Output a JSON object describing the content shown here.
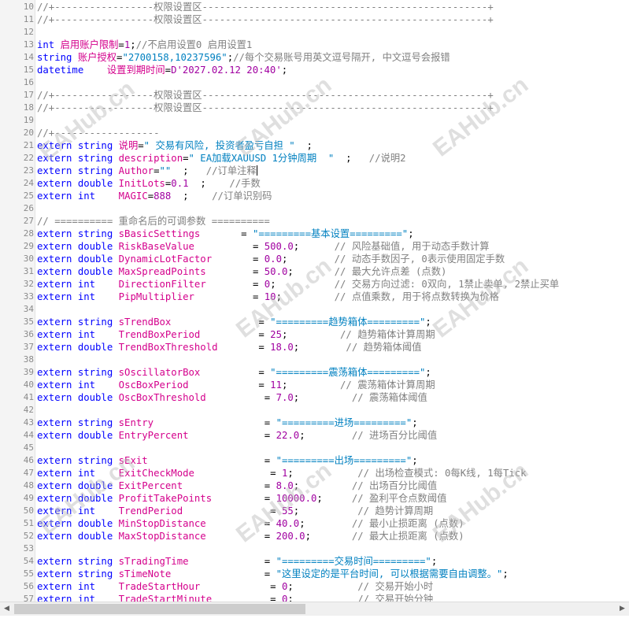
{
  "watermark": "EAHub.cn",
  "colors": {
    "keyword": "#0000ff",
    "identifier": "#d4008c",
    "number": "#a000a0",
    "string": "#0080c0",
    "comment": "#808080"
  },
  "lines": [
    {
      "n": "10",
      "t": [
        [
          "cm",
          "//+-----------------权限设置区-------------------------------------------------+"
        ]
      ]
    },
    {
      "n": "11",
      "t": [
        [
          "cm",
          "//+-----------------权限设置区-------------------------------------------------+"
        ]
      ]
    },
    {
      "n": "12",
      "t": []
    },
    {
      "n": "13",
      "t": [
        [
          "kw",
          "int"
        ],
        [
          "op",
          " "
        ],
        [
          "id",
          "启用账户限制"
        ],
        [
          "op",
          "="
        ],
        [
          "num",
          "1"
        ],
        [
          "op",
          ";"
        ],
        [
          "cm",
          "//不启用设置0 启用设置1"
        ]
      ]
    },
    {
      "n": "14",
      "t": [
        [
          "kw",
          "string"
        ],
        [
          "op",
          " "
        ],
        [
          "id",
          "账户授权"
        ],
        [
          "op",
          "="
        ],
        [
          "str",
          "\"2700158,10237596\""
        ],
        [
          "op",
          ";"
        ],
        [
          "cm",
          "//每个交易账号用英文逗号隔开, 中文逗号会报错"
        ]
      ]
    },
    {
      "n": "15",
      "t": [
        [
          "kw",
          "datetime"
        ],
        [
          "op",
          "    "
        ],
        [
          "id",
          "设置到期时间"
        ],
        [
          "op",
          "="
        ],
        [
          "num",
          "D'2027.02.12 20:40'"
        ],
        [
          "op",
          ";"
        ]
      ]
    },
    {
      "n": "16",
      "t": []
    },
    {
      "n": "17",
      "t": [
        [
          "cm",
          "//+-----------------权限设置区-------------------------------------------------+"
        ]
      ]
    },
    {
      "n": "18",
      "t": [
        [
          "cm",
          "//+-----------------权限设置区-------------------------------------------------+"
        ]
      ]
    },
    {
      "n": "19",
      "t": []
    },
    {
      "n": "20",
      "t": [
        [
          "cm",
          "//+------------------"
        ]
      ]
    },
    {
      "n": "21",
      "t": [
        [
          "kw",
          "extern string"
        ],
        [
          "op",
          " "
        ],
        [
          "id",
          "说明"
        ],
        [
          "op",
          "="
        ],
        [
          "str",
          "\" 交易有风险, 投资者盈亏自担 \""
        ],
        [
          "op",
          "  ;"
        ]
      ]
    },
    {
      "n": "22",
      "t": [
        [
          "kw",
          "extern string"
        ],
        [
          "op",
          " "
        ],
        [
          "id",
          "description"
        ],
        [
          "op",
          "="
        ],
        [
          "str",
          "\" EA加载XAUUSD 1分钟周期  \""
        ],
        [
          "op",
          "  ;   "
        ],
        [
          "cm",
          "//说明2"
        ]
      ]
    },
    {
      "n": "23",
      "t": [
        [
          "kw",
          "extern string"
        ],
        [
          "op",
          " "
        ],
        [
          "id",
          "Author"
        ],
        [
          "op",
          "="
        ],
        [
          "str",
          "\"\""
        ],
        [
          "op",
          "  ;   "
        ],
        [
          "cm",
          "//订单注释"
        ],
        [
          "caret",
          ""
        ]
      ]
    },
    {
      "n": "24",
      "t": [
        [
          "kw",
          "extern double"
        ],
        [
          "op",
          " "
        ],
        [
          "id",
          "InitLots"
        ],
        [
          "op",
          "="
        ],
        [
          "num",
          "0.1"
        ],
        [
          "op",
          "  ;    "
        ],
        [
          "cm",
          "//手数"
        ]
      ]
    },
    {
      "n": "25",
      "t": [
        [
          "kw",
          "extern int"
        ],
        [
          "op",
          "    "
        ],
        [
          "id",
          "MAGIC"
        ],
        [
          "op",
          "="
        ],
        [
          "num",
          "888"
        ],
        [
          "op",
          "  ;    "
        ],
        [
          "cm",
          "//订单识别码"
        ]
      ]
    },
    {
      "n": "26",
      "t": []
    },
    {
      "n": "27",
      "t": [
        [
          "cm",
          "// ========== 重命名后的可调参数 =========="
        ]
      ]
    },
    {
      "n": "28",
      "t": [
        [
          "kw",
          "extern string"
        ],
        [
          "op",
          " "
        ],
        [
          "id",
          "sBasicSettings"
        ],
        [
          "op",
          "       = "
        ],
        [
          "str",
          "\"=========基本设置=========\""
        ],
        [
          "op",
          ";"
        ]
      ]
    },
    {
      "n": "29",
      "t": [
        [
          "kw",
          "extern double"
        ],
        [
          "op",
          " "
        ],
        [
          "id",
          "RiskBaseValue"
        ],
        [
          "op",
          "          = "
        ],
        [
          "num",
          "500.0"
        ],
        [
          "op",
          ";      "
        ],
        [
          "cm",
          "// 风险基础值, 用于动态手数计算"
        ]
      ]
    },
    {
      "n": "30",
      "t": [
        [
          "kw",
          "extern double"
        ],
        [
          "op",
          " "
        ],
        [
          "id",
          "DynamicLotFactor"
        ],
        [
          "op",
          "       = "
        ],
        [
          "num",
          "0.0"
        ],
        [
          "op",
          ";        "
        ],
        [
          "cm",
          "// 动态手数因子, 0表示使用固定手数"
        ]
      ]
    },
    {
      "n": "31",
      "t": [
        [
          "kw",
          "extern double"
        ],
        [
          "op",
          " "
        ],
        [
          "id",
          "MaxSpreadPoints"
        ],
        [
          "op",
          "        = "
        ],
        [
          "num",
          "50.0"
        ],
        [
          "op",
          ";       "
        ],
        [
          "cm",
          "// 最大允许点差 (点数)"
        ]
      ]
    },
    {
      "n": "32",
      "t": [
        [
          "kw",
          "extern int"
        ],
        [
          "op",
          "    "
        ],
        [
          "id",
          "DirectionFilter"
        ],
        [
          "op",
          "        = "
        ],
        [
          "num",
          "0"
        ],
        [
          "op",
          ";          "
        ],
        [
          "cm",
          "// 交易方向过滤: 0双向, 1禁止卖单, 2禁止买单"
        ]
      ]
    },
    {
      "n": "33",
      "t": [
        [
          "kw",
          "extern int"
        ],
        [
          "op",
          "    "
        ],
        [
          "id",
          "PipMultiplier"
        ],
        [
          "op",
          "          = "
        ],
        [
          "num",
          "10"
        ],
        [
          "op",
          ";         "
        ],
        [
          "cm",
          "// 点值乘数, 用于将点数转换为价格"
        ]
      ]
    },
    {
      "n": "34",
      "t": []
    },
    {
      "n": "35",
      "t": [
        [
          "kw",
          "extern string"
        ],
        [
          "op",
          " "
        ],
        [
          "id",
          "sTrendBox"
        ],
        [
          "op",
          "               = "
        ],
        [
          "str",
          "\"=========趋势箱体=========\""
        ],
        [
          "op",
          ";"
        ]
      ]
    },
    {
      "n": "36",
      "t": [
        [
          "kw",
          "extern int"
        ],
        [
          "op",
          "    "
        ],
        [
          "id",
          "TrendBoxPeriod"
        ],
        [
          "op",
          "          = "
        ],
        [
          "num",
          "25"
        ],
        [
          "op",
          ";         "
        ],
        [
          "cm",
          "// 趋势箱体计算周期"
        ]
      ]
    },
    {
      "n": "37",
      "t": [
        [
          "kw",
          "extern double"
        ],
        [
          "op",
          " "
        ],
        [
          "id",
          "TrendBoxThreshold"
        ],
        [
          "op",
          "       = "
        ],
        [
          "num",
          "18.0"
        ],
        [
          "op",
          ";        "
        ],
        [
          "cm",
          "// 趋势箱体阈值"
        ]
      ]
    },
    {
      "n": "38",
      "t": []
    },
    {
      "n": "39",
      "t": [
        [
          "kw",
          "extern string"
        ],
        [
          "op",
          " "
        ],
        [
          "id",
          "sOscillatorBox"
        ],
        [
          "op",
          "          = "
        ],
        [
          "str",
          "\"=========震荡箱体=========\""
        ],
        [
          "op",
          ";"
        ]
      ]
    },
    {
      "n": "40",
      "t": [
        [
          "kw",
          "extern int"
        ],
        [
          "op",
          "    "
        ],
        [
          "id",
          "OscBoxPeriod"
        ],
        [
          "op",
          "            = "
        ],
        [
          "num",
          "11"
        ],
        [
          "op",
          ";         "
        ],
        [
          "cm",
          "// 震荡箱体计算周期"
        ]
      ]
    },
    {
      "n": "41",
      "t": [
        [
          "kw",
          "extern double"
        ],
        [
          "op",
          " "
        ],
        [
          "id",
          "OscBoxThreshold"
        ],
        [
          "op",
          "          = "
        ],
        [
          "num",
          "7.0"
        ],
        [
          "op",
          ";         "
        ],
        [
          "cm",
          "// 震荡箱体阈值"
        ]
      ]
    },
    {
      "n": "42",
      "t": []
    },
    {
      "n": "43",
      "t": [
        [
          "kw",
          "extern string"
        ],
        [
          "op",
          " "
        ],
        [
          "id",
          "sEntry"
        ],
        [
          "op",
          "                   = "
        ],
        [
          "str",
          "\"=========进场=========\""
        ],
        [
          "op",
          ";"
        ]
      ]
    },
    {
      "n": "44",
      "t": [
        [
          "kw",
          "extern double"
        ],
        [
          "op",
          " "
        ],
        [
          "id",
          "EntryPercent"
        ],
        [
          "op",
          "             = "
        ],
        [
          "num",
          "22.0"
        ],
        [
          "op",
          ";        "
        ],
        [
          "cm",
          "// 进场百分比阈值"
        ]
      ]
    },
    {
      "n": "45",
      "t": []
    },
    {
      "n": "46",
      "t": [
        [
          "kw",
          "extern string"
        ],
        [
          "op",
          " "
        ],
        [
          "id",
          "sExit"
        ],
        [
          "op",
          "                    = "
        ],
        [
          "str",
          "\"=========出场=========\""
        ],
        [
          "op",
          ";"
        ]
      ]
    },
    {
      "n": "47",
      "t": [
        [
          "kw",
          "extern int"
        ],
        [
          "op",
          "    "
        ],
        [
          "id",
          "ExitCheckMode"
        ],
        [
          "op",
          "             = "
        ],
        [
          "num",
          "1"
        ],
        [
          "op",
          ";           "
        ],
        [
          "cm",
          "// 出场检查模式: 0每K线, 1每Tick"
        ]
      ]
    },
    {
      "n": "48",
      "t": [
        [
          "kw",
          "extern double"
        ],
        [
          "op",
          " "
        ],
        [
          "id",
          "ExitPercent"
        ],
        [
          "op",
          "              = "
        ],
        [
          "num",
          "8.0"
        ],
        [
          "op",
          ";         "
        ],
        [
          "cm",
          "// 出场百分比阈值"
        ]
      ]
    },
    {
      "n": "49",
      "t": [
        [
          "kw",
          "extern double"
        ],
        [
          "op",
          " "
        ],
        [
          "id",
          "ProfitTakePoints"
        ],
        [
          "op",
          "         = "
        ],
        [
          "num",
          "10000.0"
        ],
        [
          "op",
          ";     "
        ],
        [
          "cm",
          "// 盈利平仓点数阈值"
        ]
      ]
    },
    {
      "n": "50",
      "t": [
        [
          "kw",
          "extern int"
        ],
        [
          "op",
          "    "
        ],
        [
          "id",
          "TrendPeriod"
        ],
        [
          "op",
          "               = "
        ],
        [
          "num",
          "55"
        ],
        [
          "op",
          ";          "
        ],
        [
          "cm",
          "// 趋势计算周期"
        ]
      ]
    },
    {
      "n": "51",
      "t": [
        [
          "kw",
          "extern double"
        ],
        [
          "op",
          " "
        ],
        [
          "id",
          "MinStopDistance"
        ],
        [
          "op",
          "          = "
        ],
        [
          "num",
          "40.0"
        ],
        [
          "op",
          ";        "
        ],
        [
          "cm",
          "// 最小止损距离 (点数)"
        ]
      ]
    },
    {
      "n": "52",
      "t": [
        [
          "kw",
          "extern double"
        ],
        [
          "op",
          " "
        ],
        [
          "id",
          "MaxStopDistance"
        ],
        [
          "op",
          "          = "
        ],
        [
          "num",
          "200.0"
        ],
        [
          "op",
          ";       "
        ],
        [
          "cm",
          "// 最大止损距离 (点数)"
        ]
      ]
    },
    {
      "n": "53",
      "t": []
    },
    {
      "n": "54",
      "t": [
        [
          "kw",
          "extern string"
        ],
        [
          "op",
          " "
        ],
        [
          "id",
          "sTradingTime"
        ],
        [
          "op",
          "             = "
        ],
        [
          "str",
          "\"=========交易时间=========\""
        ],
        [
          "op",
          ";"
        ]
      ]
    },
    {
      "n": "55",
      "t": [
        [
          "kw",
          "extern string"
        ],
        [
          "op",
          " "
        ],
        [
          "id",
          "sTimeNote"
        ],
        [
          "op",
          "                = "
        ],
        [
          "str",
          "\"这里设定的是平台时间, 可以根据需要自由调整。\""
        ],
        [
          "op",
          ";"
        ]
      ]
    },
    {
      "n": "56",
      "t": [
        [
          "kw",
          "extern int"
        ],
        [
          "op",
          "    "
        ],
        [
          "id",
          "TradeStartHour"
        ],
        [
          "op",
          "            = "
        ],
        [
          "num",
          "0"
        ],
        [
          "op",
          ";           "
        ],
        [
          "cm",
          "// 交易开始小时"
        ]
      ]
    },
    {
      "n": "57",
      "t": [
        [
          "kw",
          "extern int"
        ],
        [
          "op",
          "    "
        ],
        [
          "id",
          "TradeStartMinute"
        ],
        [
          "op",
          "          = "
        ],
        [
          "num",
          "0"
        ],
        [
          "op",
          ";           "
        ],
        [
          "cm",
          "// 交易开始分钟"
        ]
      ]
    }
  ]
}
